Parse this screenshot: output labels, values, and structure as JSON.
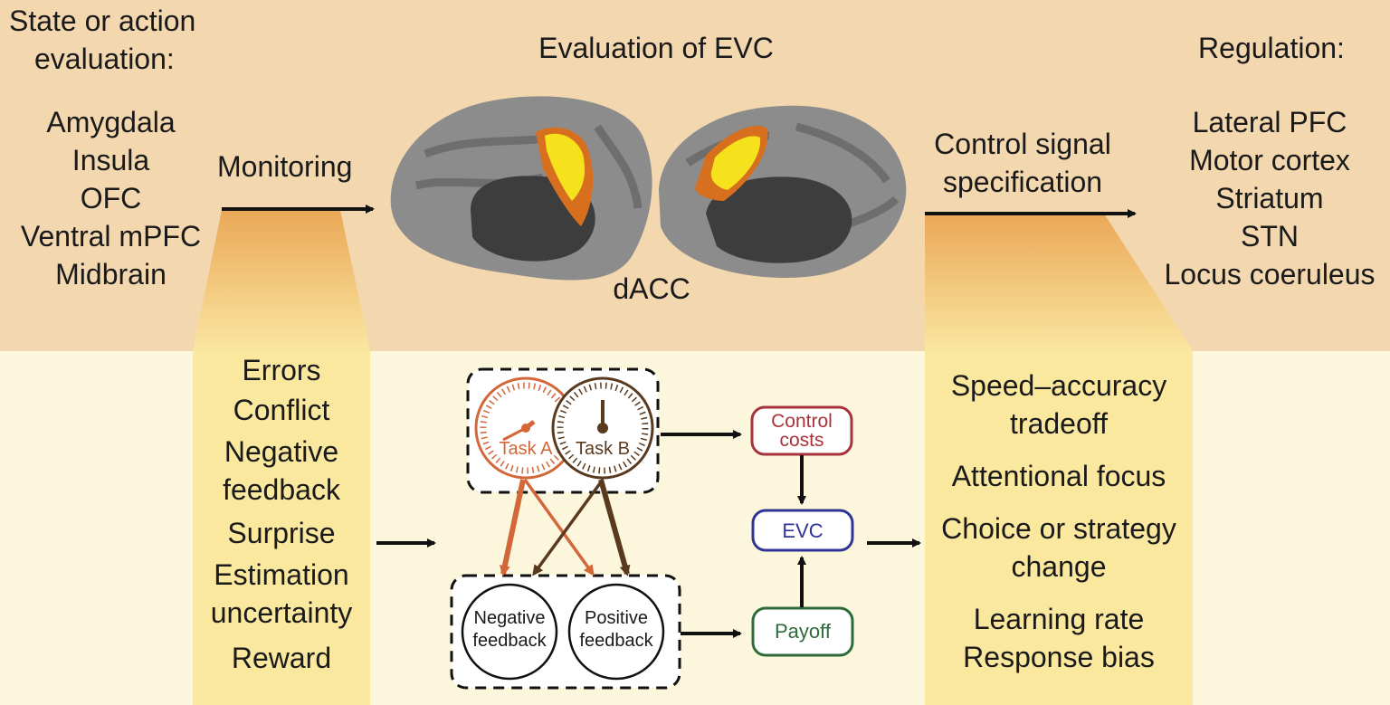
{
  "left_header": [
    "State or action",
    "evaluation:"
  ],
  "left_regions": [
    "Amygdala",
    "Insula",
    "OFC",
    "Ventral mPFC",
    "Midbrain"
  ],
  "monitoring_label": "Monitoring",
  "center_title": "Evaluation of EVC",
  "dacc_label": "dACC",
  "control_signal_label": [
    "Control signal",
    "specification"
  ],
  "right_header": "Regulation:",
  "right_regions": [
    "Lateral PFC",
    "Motor cortex",
    "Striatum",
    "STN",
    "Locus coeruleus"
  ],
  "monitored_signals": [
    "Errors",
    "Conflict",
    "Negative",
    "feedback",
    "Surprise",
    "Estimation",
    "uncertainty",
    "Reward"
  ],
  "model": {
    "task_a": "Task A",
    "task_b": "Task B",
    "negative_feedback": [
      "Negative",
      "feedback"
    ],
    "positive_feedback": [
      "Positive",
      "feedback"
    ],
    "control_costs": [
      "Control",
      "costs"
    ],
    "evc": "EVC",
    "payoff": "Payoff"
  },
  "outputs": [
    "Speed–accuracy",
    "tradeoff",
    "Attentional focus",
    "Choice or strategy",
    "change",
    "Learning rate",
    "Response bias"
  ],
  "colors": {
    "top_band": "#f3d7ae",
    "bottom_band": "#fcf6dc",
    "highlight_column": "#fbe89f",
    "task_a": "#d4673a",
    "task_b": "#5a3a1f",
    "control_costs": "#a8323a",
    "evc": "#2f3594",
    "payoff": "#2e6b3a",
    "activation": "#f5e21c"
  }
}
